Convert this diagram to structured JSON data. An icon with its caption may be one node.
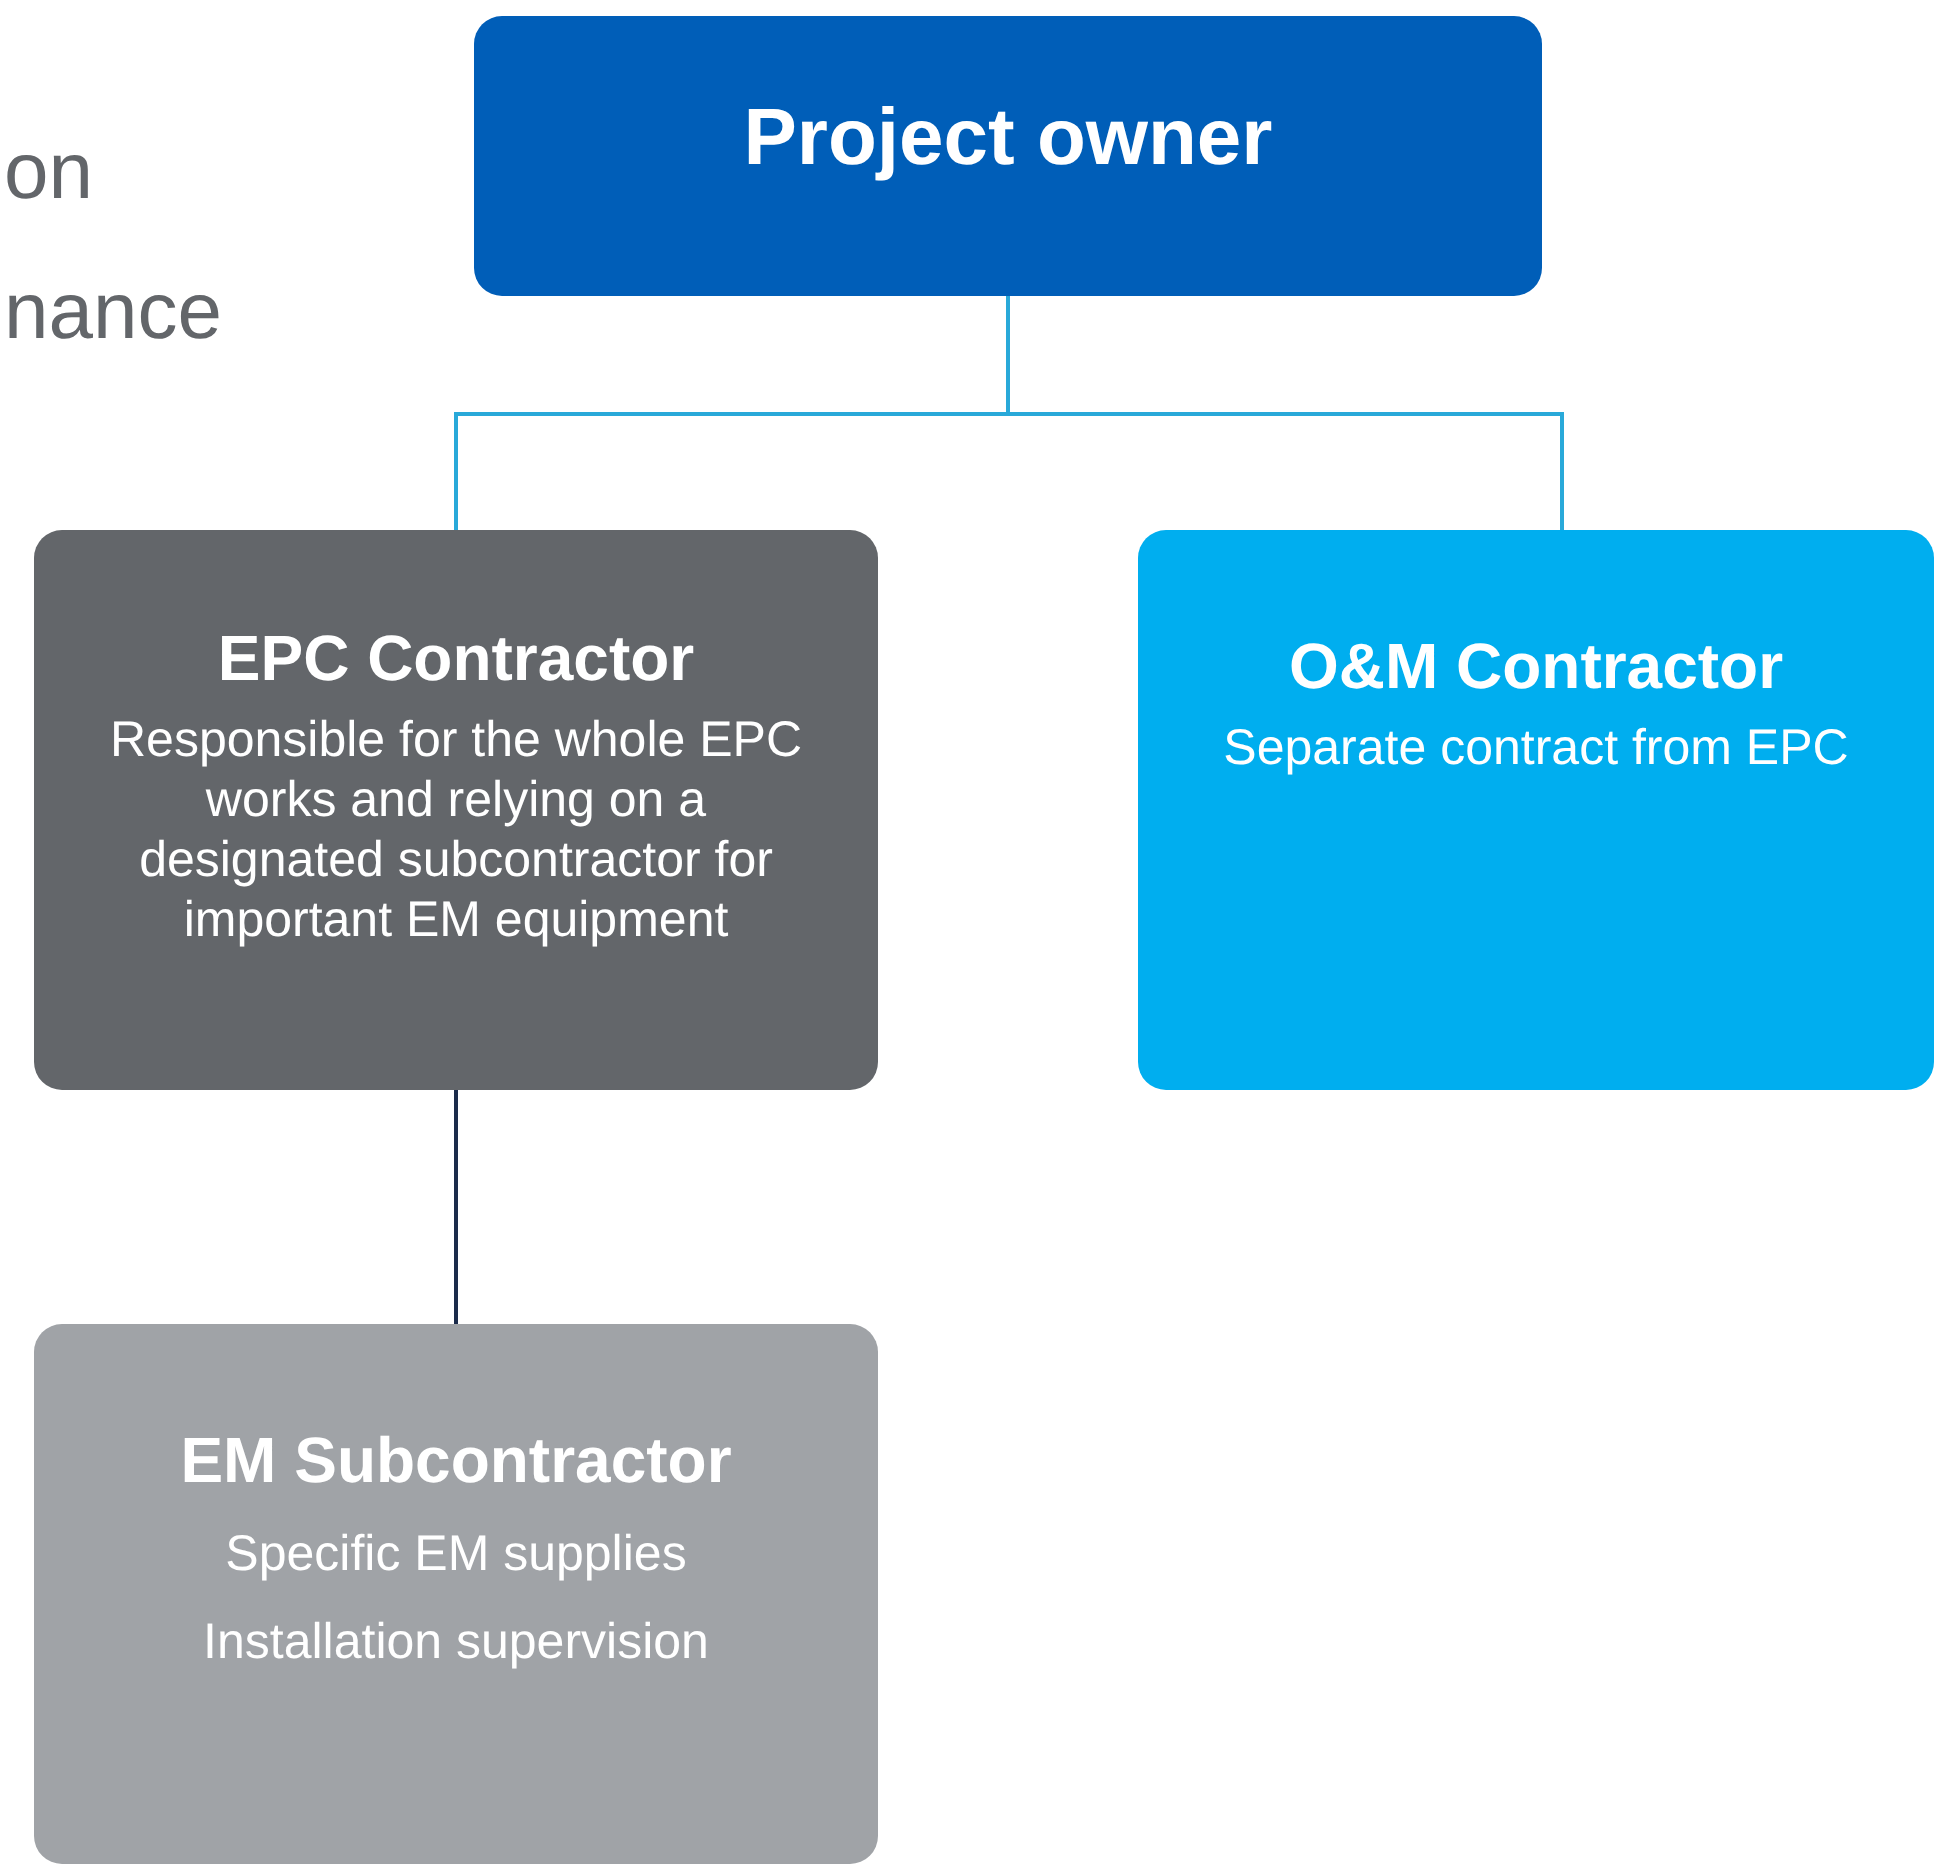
{
  "diagram": {
    "nodes": [
      {
        "text": [
          "Project owner"
        ]
      },
      {
        "text": [
          "EPC Contractor",
          "Responsible for the whole EPC works and relying on a designated subcontractor for important EM equipment"
        ]
      },
      {
        "text": [
          "O&M Contractor",
          "Separate contract from EPC"
        ]
      },
      {
        "text": [
          "EM Subcontractor",
          "Specific EM supplies",
          "Installation supervision"
        ]
      }
    ],
    "edges": [
      {
        "from": 0,
        "to": 1,
        "arrow": "none"
      },
      {
        "from": 0,
        "to": 2,
        "arrow": "none"
      },
      {
        "from": 1,
        "to": 3,
        "arrow": "none",
        "color": "#1b2b4b"
      }
    ],
    "labels": [
      "on",
      "nance"
    ]
  }
}
